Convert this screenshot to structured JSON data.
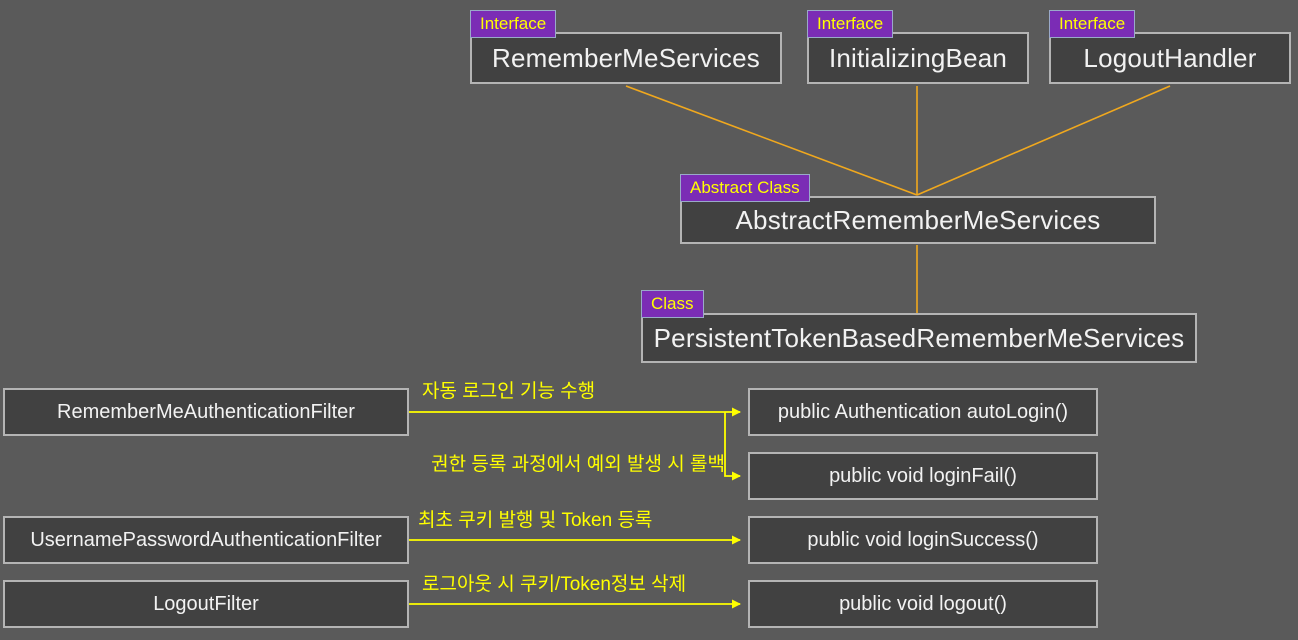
{
  "diagram": {
    "title": "Spring Security RememberMe class diagram",
    "background_color": "#5a5a5a",
    "box_fill_color": "#414141",
    "box_border_color": "#b4b4b4",
    "stereotype_bg_color": "#7b2cb5",
    "stereotype_text_color": "#ffff00",
    "inheritance_line_color": "#f0a81e",
    "flow_line_color": "#ffff00",
    "text_color": "#f2f2f2"
  },
  "nodes": {
    "remember_me_services": {
      "stereotype": "Interface",
      "name": "RememberMeServices"
    },
    "initializing_bean": {
      "stereotype": "Interface",
      "name": "InitializingBean"
    },
    "logout_handler": {
      "stereotype": "Interface",
      "name": "LogoutHandler"
    },
    "abstract_remember_me_services": {
      "stereotype": "Abstract Class",
      "name": "AbstractRememberMeServices"
    },
    "persistent_token_based": {
      "stereotype": "Class",
      "name": "PersistentTokenBasedRememberMeServices"
    }
  },
  "filters": [
    {
      "name": "RememberMeAuthenticationFilter"
    },
    {
      "name": "UsernamePasswordAuthenticationFilter"
    },
    {
      "name": "LogoutFilter"
    }
  ],
  "methods": [
    {
      "signature": "public Authentication autoLogin()"
    },
    {
      "signature": "public void loginFail()"
    },
    {
      "signature": "public void loginSuccess()"
    },
    {
      "signature": "public void logout()"
    }
  ],
  "captions": [
    {
      "text": "자동 로그인 기능 수행"
    },
    {
      "text": "권한 등록 과정에서 예외 발생 시 롤백"
    },
    {
      "text": "최초 쿠키 발행 및 Token 등록"
    },
    {
      "text": "로그아웃 시 쿠키/Token정보 삭제"
    }
  ]
}
